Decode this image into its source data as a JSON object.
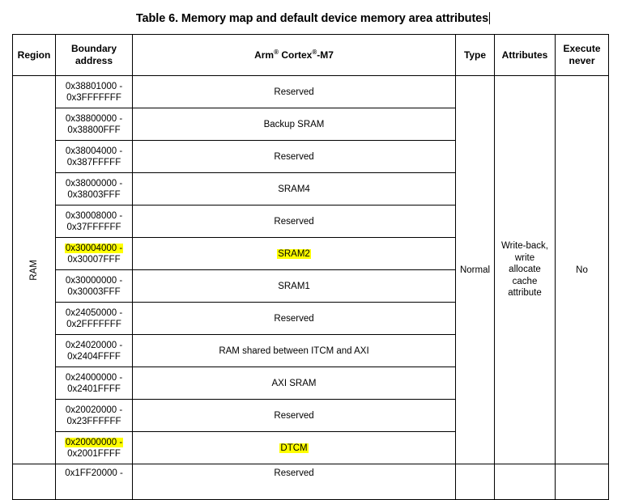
{
  "caption": {
    "text": "Table 6. Memory map and default device memory area attributes",
    "has_caret": true
  },
  "table": {
    "headers": {
      "region": "Region",
      "boundary_line1": "Boundary",
      "boundary_line2": "address",
      "core_prefix": "Arm",
      "core_sup1": "®",
      "core_mid": " Cortex",
      "core_sup2": "®",
      "core_suffix": "-M7",
      "type": "Type",
      "attributes": "Attributes",
      "execute_line1": "Execute",
      "execute_line2": "never"
    },
    "region_group": {
      "label": "RAM",
      "type": "Normal",
      "attributes": "Write-back, write allocate cache attribute",
      "execute_never": "No"
    },
    "highlight_color": "#FFFF00",
    "rows": [
      {
        "addr_start": "0x38801000 -",
        "addr_end": "0x3FFFFFFF",
        "description": "Reserved",
        "highlight_addr": false,
        "highlight_desc": false
      },
      {
        "addr_start": "0x38800000 -",
        "addr_end": "0x38800FFF",
        "description": "Backup SRAM",
        "highlight_addr": false,
        "highlight_desc": false
      },
      {
        "addr_start": "0x38004000 -",
        "addr_end": "0x387FFFFF",
        "description": "Reserved",
        "highlight_addr": false,
        "highlight_desc": false
      },
      {
        "addr_start": "0x38000000 -",
        "addr_end": "0x38003FFF",
        "description": "SRAM4",
        "highlight_addr": false,
        "highlight_desc": false
      },
      {
        "addr_start": "0x30008000 -",
        "addr_end": "0x37FFFFFF",
        "description": "Reserved",
        "highlight_addr": false,
        "highlight_desc": false
      },
      {
        "addr_start": "0x30004000 -",
        "addr_end": "0x30007FFF",
        "description": "SRAM2",
        "highlight_addr": true,
        "highlight_desc": true
      },
      {
        "addr_start": "0x30000000 -",
        "addr_end": "0x30003FFF",
        "description": "SRAM1",
        "highlight_addr": false,
        "highlight_desc": false
      },
      {
        "addr_start": "0x24050000 -",
        "addr_end": "0x2FFFFFFF",
        "description": "Reserved",
        "highlight_addr": false,
        "highlight_desc": false
      },
      {
        "addr_start": "0x24020000 -",
        "addr_end": "0x2404FFFF",
        "description": "RAM shared between ITCM and AXI",
        "highlight_addr": false,
        "highlight_desc": false
      },
      {
        "addr_start": "0x24000000 -",
        "addr_end": "0x2401FFFF",
        "description": "AXI SRAM",
        "highlight_addr": false,
        "highlight_desc": false
      },
      {
        "addr_start": "0x20020000 -",
        "addr_end": "0x23FFFFFF",
        "description": "Reserved",
        "highlight_addr": false,
        "highlight_desc": false
      },
      {
        "addr_start": "0x20000000 -",
        "addr_end": "0x2001FFFF",
        "description": "DTCM",
        "highlight_addr": true,
        "highlight_desc": true
      }
    ],
    "clipped_row": {
      "addr_start": "0x1FF20000 -",
      "description": "Reserved"
    }
  }
}
